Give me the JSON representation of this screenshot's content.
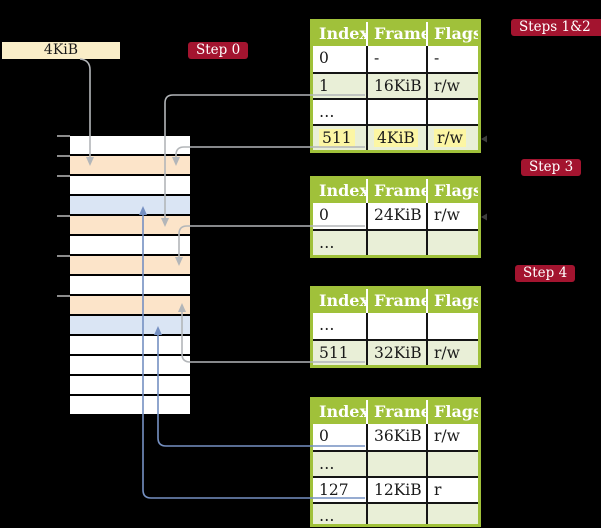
{
  "colors": {
    "background": "#000000",
    "badge_red": "#A3142F",
    "table_green": "#A0C13A",
    "table_row_green": "#E9EFD7",
    "page_table_frame": "#FCE4C9",
    "mapped_page_frame": "#DAE5F4",
    "free_frame": "#FFFFFF",
    "highlight_yellow": "#FCF6A4",
    "label_cream": "#FAEEC8",
    "gray_line": "#B3B6B9",
    "blue_line": "#7590C2"
  },
  "page_size_label": "4KiB",
  "badges": [
    {
      "label": "Step 0"
    },
    {
      "label": "Steps 1&2"
    },
    {
      "label": "Step 3"
    },
    {
      "label": "Step 4"
    }
  ],
  "memory": {
    "frame_kinds": [
      "free",
      "page-table",
      "free",
      "mapped-page",
      "page-table",
      "free",
      "page-table",
      "free",
      "page-table",
      "mapped-page",
      "free",
      "free",
      "free",
      "free"
    ]
  },
  "tables": [
    {
      "headers": [
        "Index",
        "Frame",
        "Flags"
      ],
      "rows": [
        {
          "cells": [
            "0",
            "-",
            "-"
          ],
          "highlight": false
        },
        {
          "cells": [
            "1",
            "16KiB",
            "r/w"
          ],
          "highlight": false
        },
        {
          "cells": [
            "…",
            "",
            ""
          ],
          "highlight": false
        },
        {
          "cells": [
            "511",
            "4KiB",
            "r/w"
          ],
          "highlight": true
        }
      ]
    },
    {
      "headers": [
        "Index",
        "Frame",
        "Flags"
      ],
      "rows": [
        {
          "cells": [
            "0",
            "24KiB",
            "r/w"
          ],
          "highlight": false
        },
        {
          "cells": [
            "…",
            "",
            ""
          ],
          "highlight": false
        }
      ]
    },
    {
      "headers": [
        "Index",
        "Frame",
        "Flags"
      ],
      "rows": [
        {
          "cells": [
            "…",
            "",
            ""
          ],
          "highlight": false
        },
        {
          "cells": [
            "511",
            "32KiB",
            "r/w"
          ],
          "highlight": false
        }
      ]
    },
    {
      "headers": [
        "Index",
        "Frame",
        "Flags"
      ],
      "rows": [
        {
          "cells": [
            "0",
            "36KiB",
            "r/w"
          ],
          "highlight": false
        },
        {
          "cells": [
            "…",
            "",
            ""
          ],
          "highlight": false
        },
        {
          "cells": [
            "127",
            "12KiB",
            "r"
          ],
          "highlight": false
        },
        {
          "cells": [
            "…",
            "",
            ""
          ],
          "highlight": false
        }
      ]
    }
  ]
}
